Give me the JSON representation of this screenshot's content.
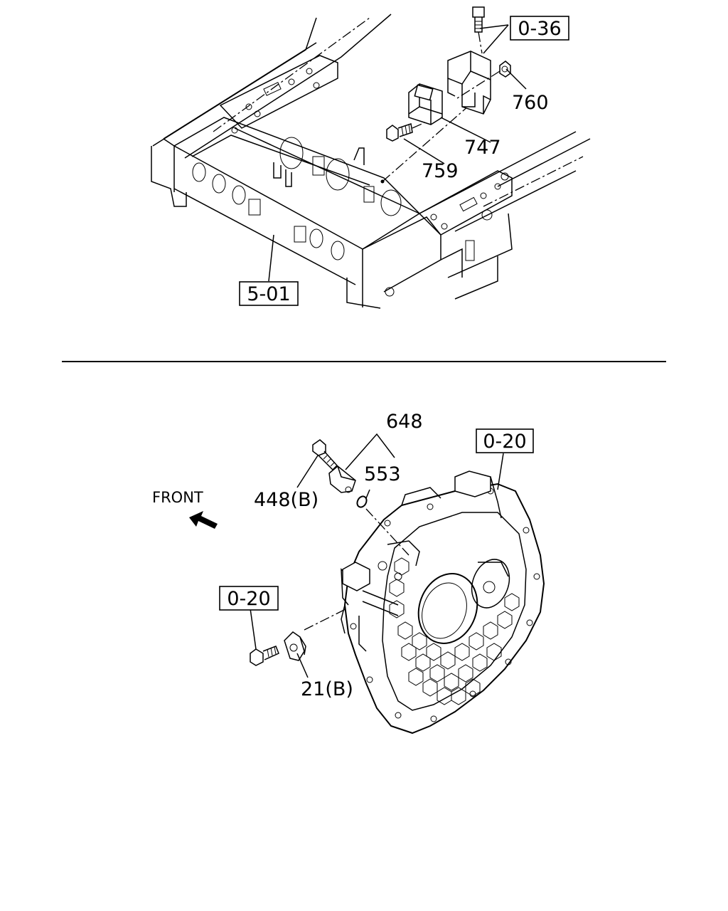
{
  "top_diagram": {
    "callouts": {
      "ref_0_36": "0-36",
      "part_760": "760",
      "part_747": "747",
      "part_759": "759",
      "ref_5_01": "5-01"
    }
  },
  "bottom_diagram": {
    "callouts": {
      "part_648": "648",
      "ref_0_20_top": "0-20",
      "part_553": "553",
      "part_448b": "448(B)",
      "ref_0_20_left": "0-20",
      "part_21b": "21(B)"
    },
    "front_label": "FRONT"
  }
}
